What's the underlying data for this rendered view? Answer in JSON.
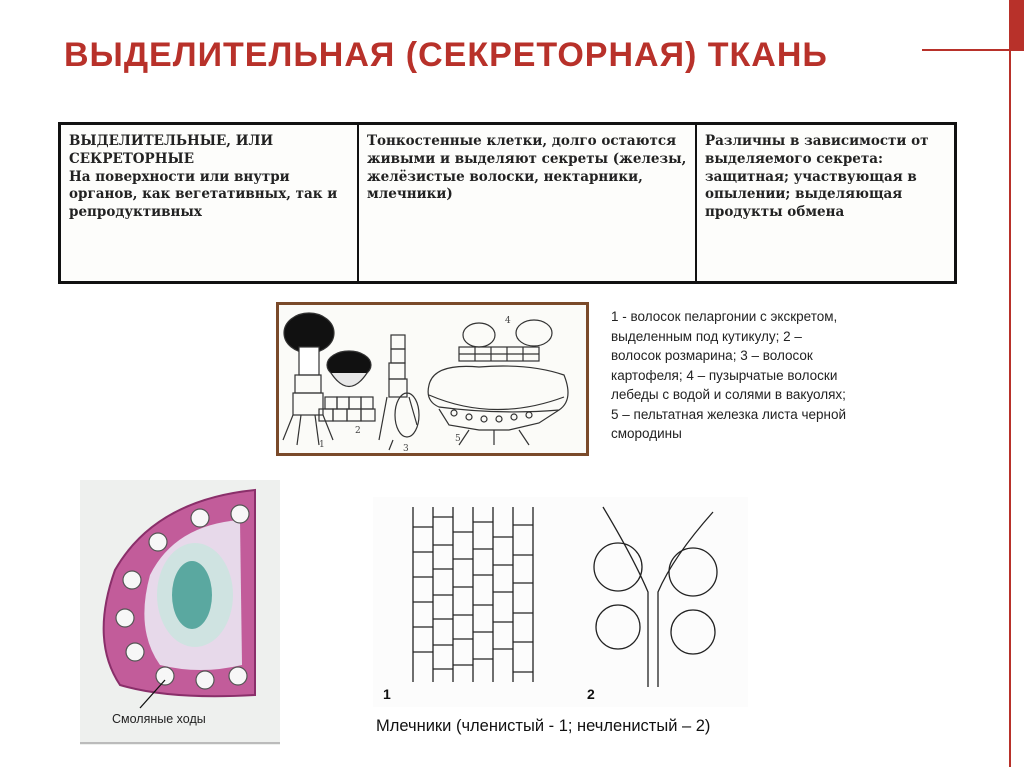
{
  "title": "ВЫДЕЛИТЕЛЬНАЯ (СЕКРЕТОРНАЯ) ТКАНЬ",
  "table": {
    "col1_heading": "ВЫДЕЛИТЕЛЬНЫЕ, ИЛИ СЕКРЕТОРНЫЕ",
    "col1_text": "На поверхности или внутри органов, как вегетативных, так и репродуктивных",
    "col2_text": "Тонкостенные клетки, долго остаются живыми и выделяют секреты (железы, желёзистые волоски, нектарники, млечники)",
    "col3_text": "Различны в зависимости от выделяемого секрета: защитная; участвующая в опылении; выделяющая продукты обмена"
  },
  "hairs_figure": {
    "labels": [
      "1",
      "2",
      "3",
      "4",
      "5"
    ],
    "caption": "1 - волосок пеларгонии с экскретом, выделенным под кутикулу; 2 – волосок розмарина; 3 – волосок картофеля; 4 – пузырчатые волоски лебеды с водой и солями в вакуолях; 5 – пельтатная железка листа черной смородины"
  },
  "stem_figure": {
    "label": "Смоляные ходы"
  },
  "latex_figure": {
    "labels": [
      "1",
      "2"
    ],
    "caption": "Млечники (членистый - 1; нечленистый – 2)"
  },
  "colors": {
    "accent": "#b8312a",
    "stem_pink": "#c25c9a",
    "stem_teal": "#5aa8a0"
  }
}
